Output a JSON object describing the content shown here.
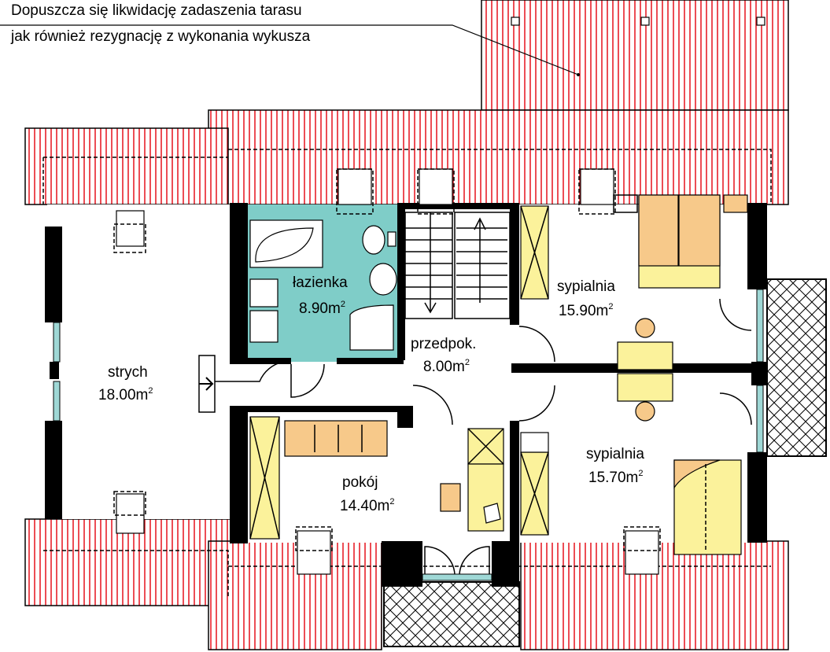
{
  "note": {
    "line1": "Dopuszcza się likwidację zadaszenia tarasu",
    "line2": "jak również rezygnację z wykonania wykusza"
  },
  "rooms": {
    "strych": {
      "name": "strych",
      "area": "18.00m",
      "sup": "2"
    },
    "lazienka": {
      "name": "łazienka",
      "area": "8.90m",
      "sup": "2"
    },
    "przedpok": {
      "name": "przedpok.",
      "area": "8.00m",
      "sup": "2"
    },
    "sypialnia1": {
      "name": "sypialnia",
      "area": "15.90m",
      "sup": "2"
    },
    "sypialnia2": {
      "name": "sypialnia",
      "area": "15.70m",
      "sup": "2"
    },
    "pokoj": {
      "name": "pokój",
      "area": "14.40m",
      "sup": "2"
    }
  },
  "colors": {
    "roof_stripe": "#e8202a",
    "bathroom_floor": "#7fcdc8",
    "furniture": "#fbf29b",
    "sofa": "#f7c98a",
    "window_glass": "#9fd8d6",
    "wall": "#000000"
  }
}
